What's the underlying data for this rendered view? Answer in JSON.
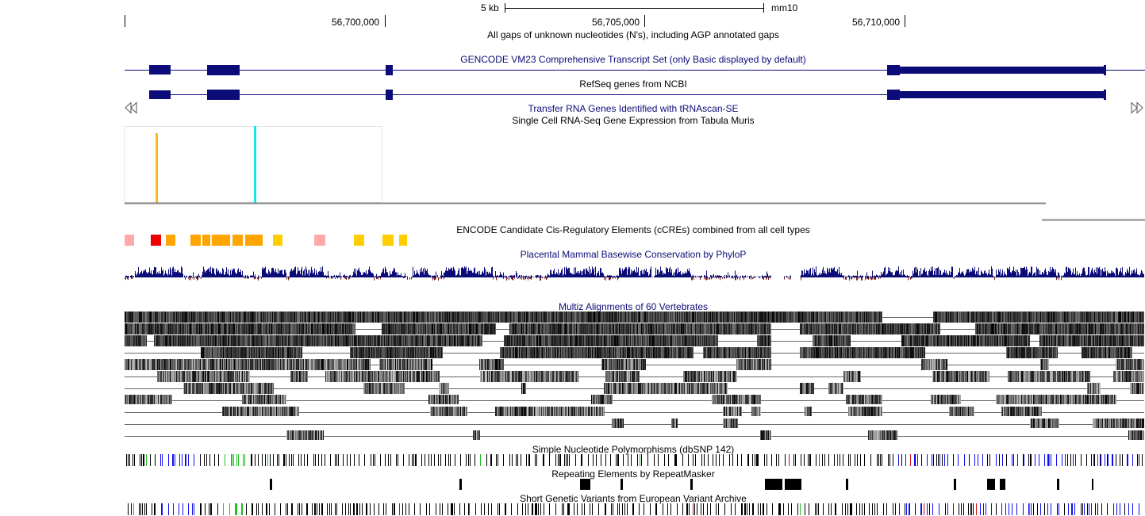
{
  "ruler": {
    "scale_label": "5 kb",
    "assembly": "mm10",
    "positions": [
      "56,700,000",
      "56,705,000",
      "56,710,000"
    ]
  },
  "tracks": {
    "gap": "All gaps of unknown nucleotides (N's), including AGP annotated gaps",
    "gencode": "GENCODE VM23 Comprehensive Transcript Set (only Basic displayed by default)",
    "refseq": "RefSeq genes from NCBI",
    "trna": "Transfer RNA Genes Identified with tRNAscan-SE",
    "tabula": "Single Cell RNA-Seq Gene Expression from Tabula Muris",
    "ccre": "ENCODE Candidate Cis-Regulatory Elements (cCREs) combined from all cell types",
    "phylop": "Placental Mammal Basewise Conservation by PhyloP",
    "multiz": "Multiz Alignments of 60 Vertebrates",
    "snp": "Simple Nucleotide Polymorphisms (dbSNP 142)",
    "rmsk": "Repeating Elements by RepeatMasker",
    "eva": "Short Genetic Variants from European Variant Archive"
  },
  "colors": {
    "navy": "#0c0c78",
    "ccre_pink": "#ffaaaa",
    "ccre_red": "#ee0000",
    "ccre_orange": "#ffa500",
    "ccre_yellow": "#ffcd00",
    "tabula_orange": "#f9b91b",
    "tabula_cyan": "#19e3ef"
  }
}
